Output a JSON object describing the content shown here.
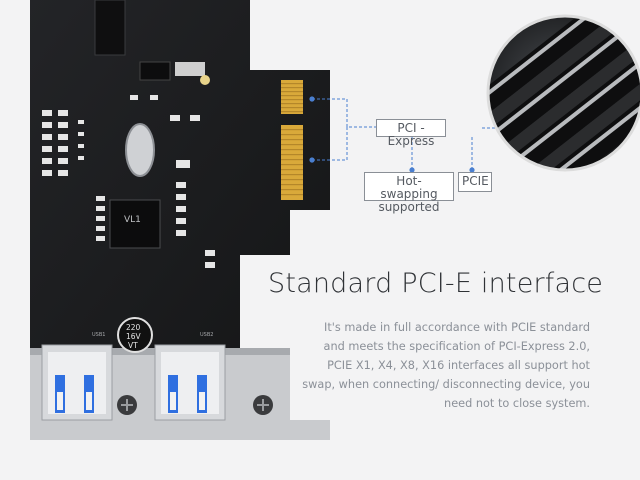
{
  "callouts": {
    "pci_express": "PCI - Express",
    "hot_swapping_line1": "Hot-swapping",
    "hot_swapping_line2": "supported",
    "pcie": "PCIE"
  },
  "headline": "Standard PCI-E interface",
  "description": "It's made in full accordance with PCIE standard and meets the specification of PCI-Express 2.0, PCIE X1, X4, X8, X16 interfaces all support hot swap, when connecting/ disconnecting device, you need not to close system.",
  "board_labels": {
    "chip": "VL1",
    "capacitor_line1": "220",
    "capacitor_line2": "16V",
    "capacitor_line3": "VT",
    "usb1": "USB1",
    "usb2": "USB2"
  },
  "colors": {
    "background": "#f3f3f4",
    "pcb": "#1b1c1e",
    "gold_finger": "#d9a93a",
    "callout_line": "#4a7fd0",
    "usb_blue": "#2f6fe0",
    "headline": "#2f3236",
    "body_text": "#8b9098"
  }
}
